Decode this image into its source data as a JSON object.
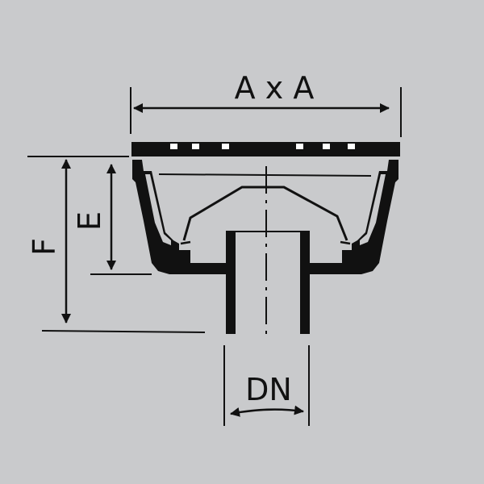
{
  "labels": {
    "width": "A x A",
    "depth_e": "E",
    "depth_f": "F",
    "outlet": "DN"
  },
  "colors": {
    "background": "#c9cacc",
    "ink": "#111111",
    "slot": "#ffffff"
  }
}
